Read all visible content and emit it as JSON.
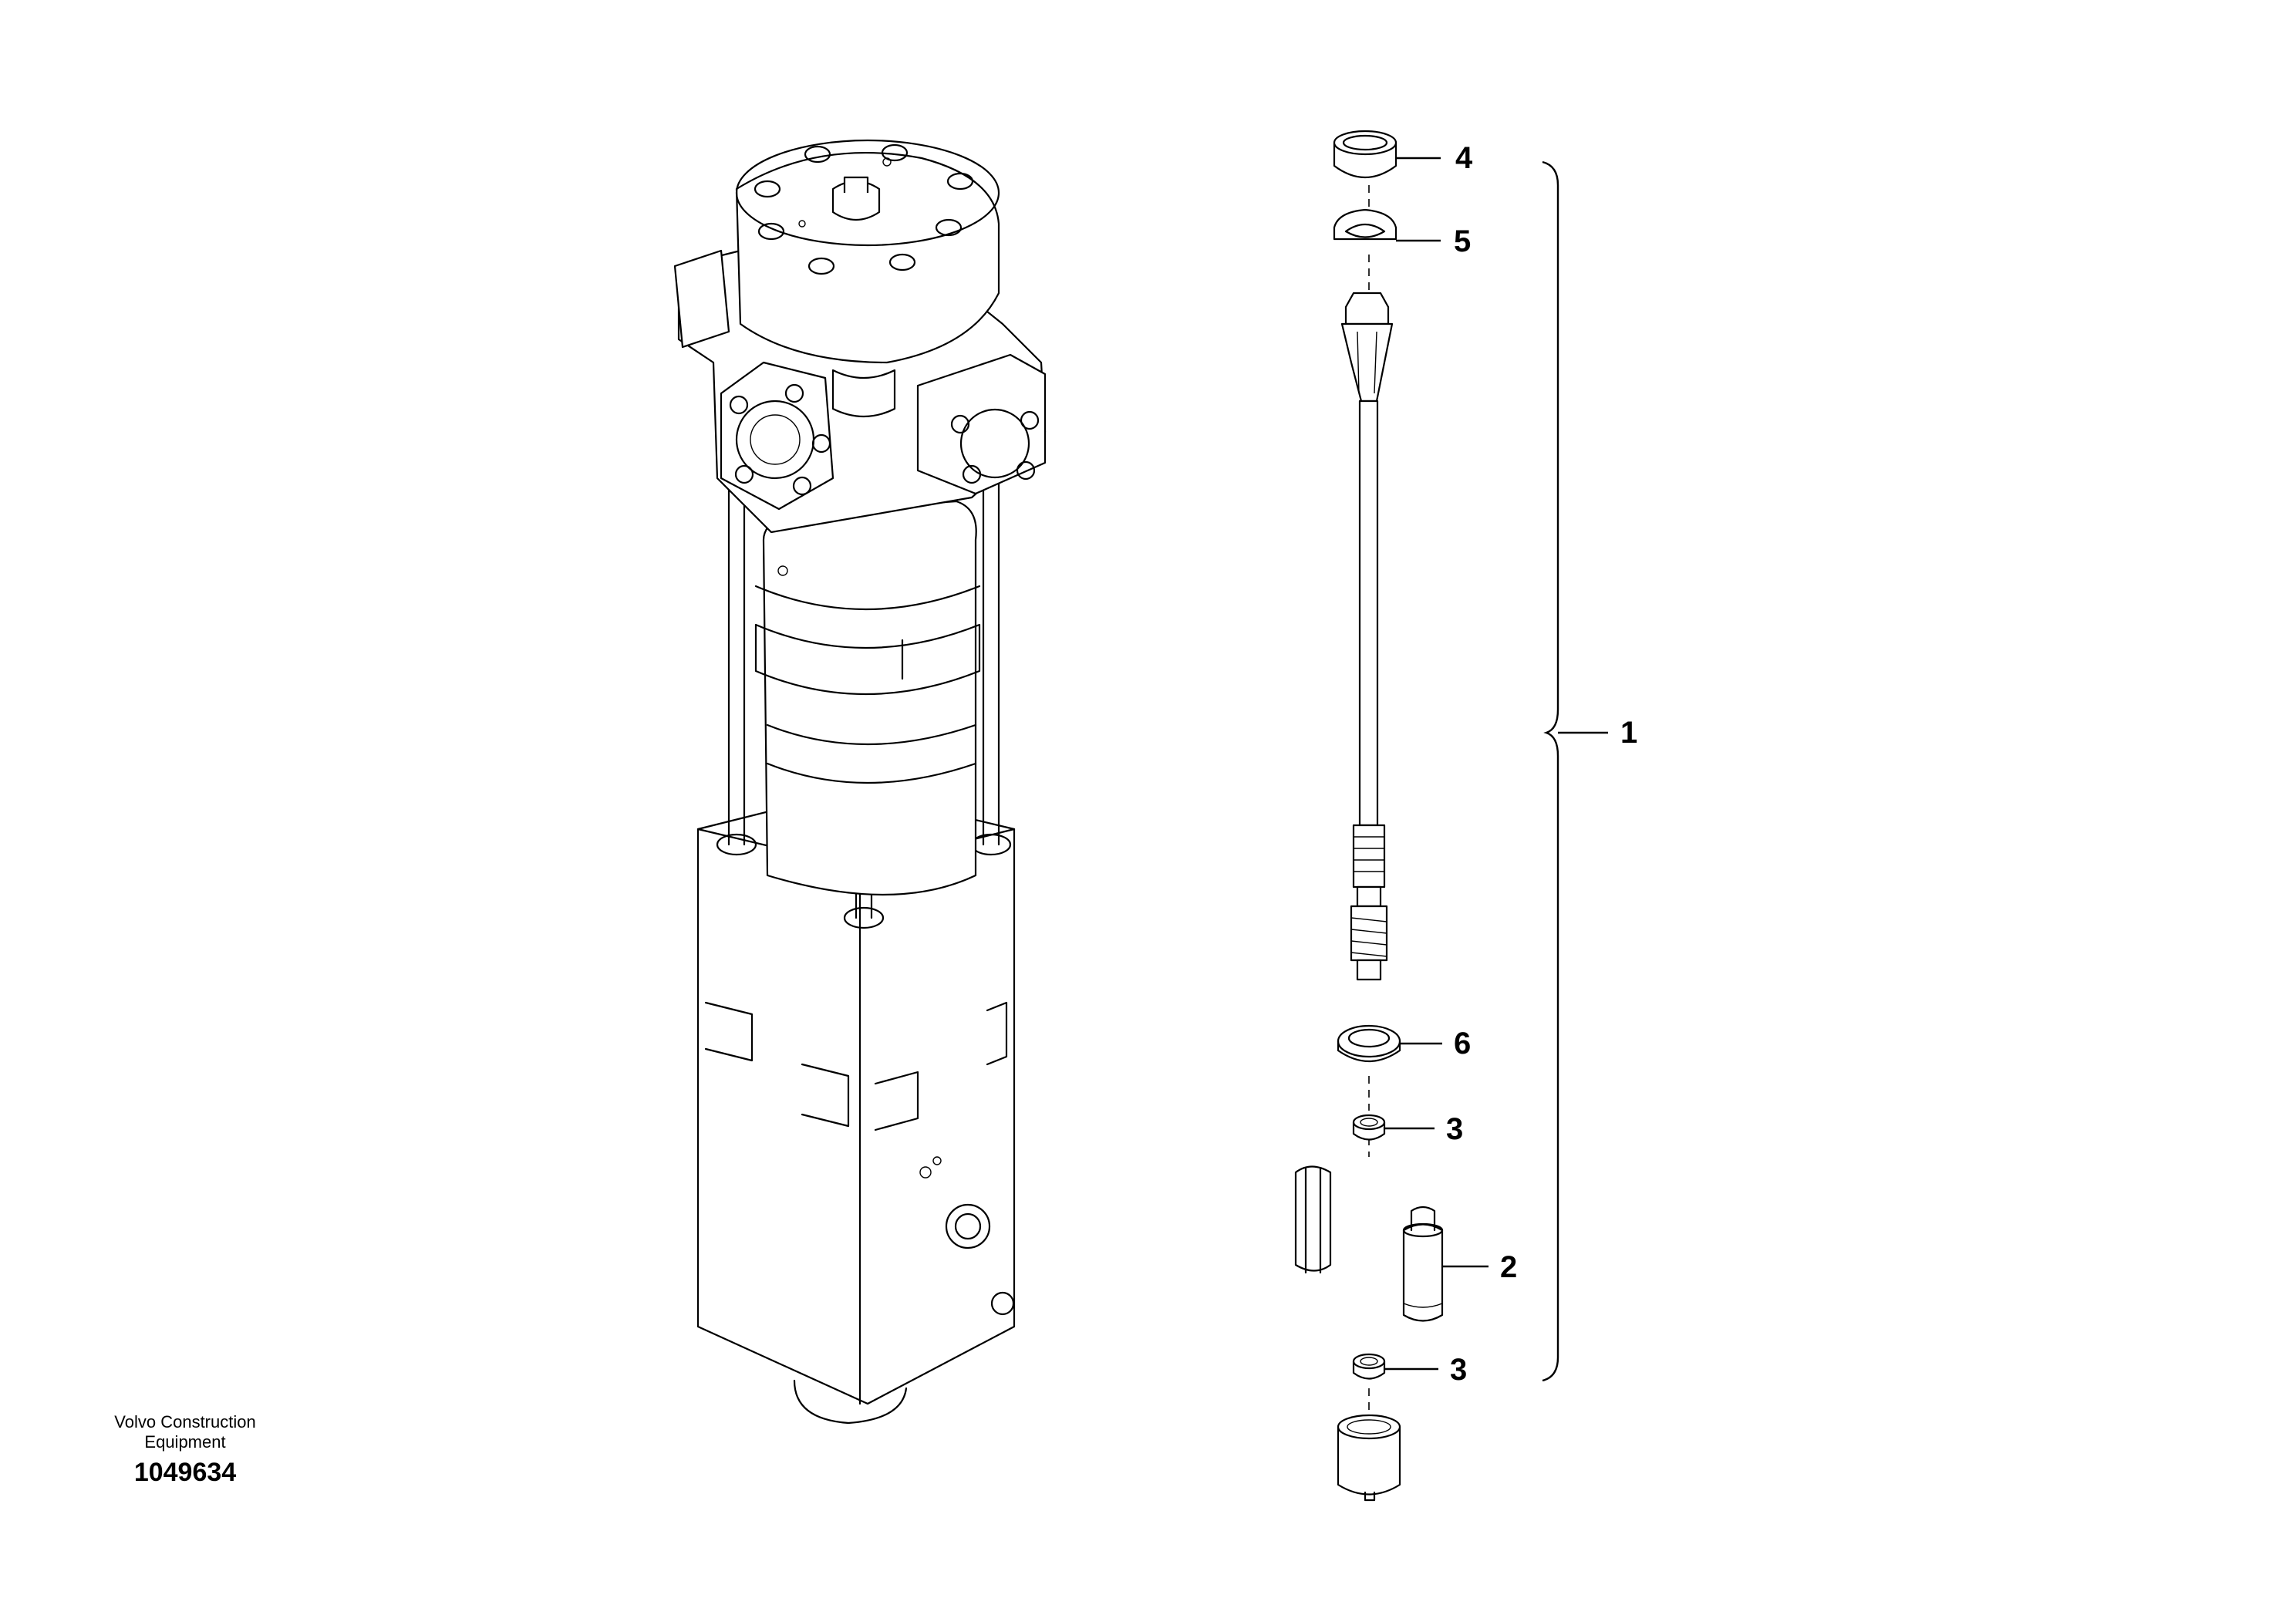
{
  "callouts": {
    "c1": "1",
    "c2": "2",
    "c3a": "3",
    "c3b": "3",
    "c4": "4",
    "c5": "5",
    "c6": "6"
  },
  "footer": {
    "company_line1": "Volvo Construction",
    "company_line2": "Equipment",
    "drawing_number": "1049634"
  }
}
